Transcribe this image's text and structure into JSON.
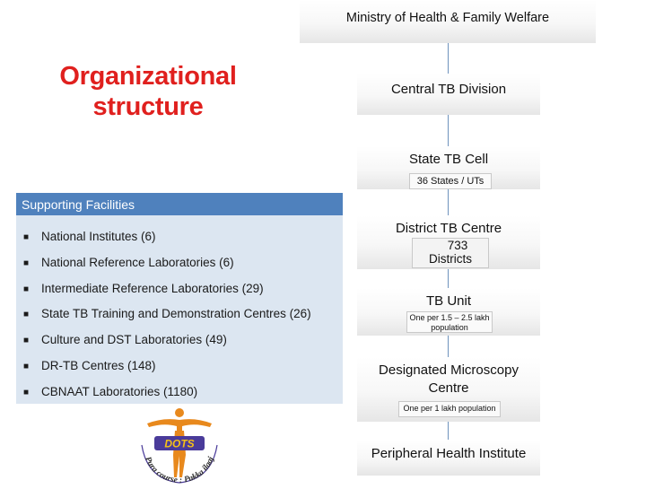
{
  "org_title": {
    "line1": "Organizational",
    "line2": "structure"
  },
  "hierarchy": {
    "ministry": "Ministry of Health & Family Welfare",
    "central": "Central TB Division",
    "state": {
      "label": "State TB Cell",
      "sub": "36 States / UTs"
    },
    "district": {
      "label": "District TB Centre",
      "sub_line1": "733",
      "sub_line2": "Districts"
    },
    "tb_unit": {
      "label": "TB Unit",
      "sub_line1": "One per 1.5 – 2.5 lakh",
      "sub_line2": "population"
    },
    "dmc": {
      "label_line1": "Designated Microscopy",
      "label_line2": "Centre",
      "sub": "One per 1 lakh population"
    },
    "phi": "Peripheral Health Institute"
  },
  "supporting": {
    "header": "Supporting Facilities",
    "items": [
      "National Institutes (6)",
      "National Reference Laboratories (6)",
      "Intermediate Reference Laboratories (29)",
      "State TB Training and Demonstration Centres (26)",
      "Culture and DST Laboratories (49)",
      "DR-TB Centres (148)",
      "CBNAAT Laboratories (1180)"
    ]
  },
  "logo": {
    "text": "DOTS",
    "arc_text": "Pura course : Pakka ilaaj"
  },
  "colors": {
    "title_red": "#e0201e",
    "panel_blue": "#4f81bd",
    "panel_bg": "#dce6f1",
    "logo_orange": "#e8891d"
  }
}
